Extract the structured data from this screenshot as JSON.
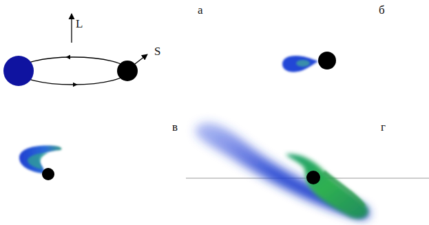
{
  "diagram": {
    "labels": [
      "а",
      "L",
      "S",
      "б",
      "в",
      "г"
    ]
  }
}
